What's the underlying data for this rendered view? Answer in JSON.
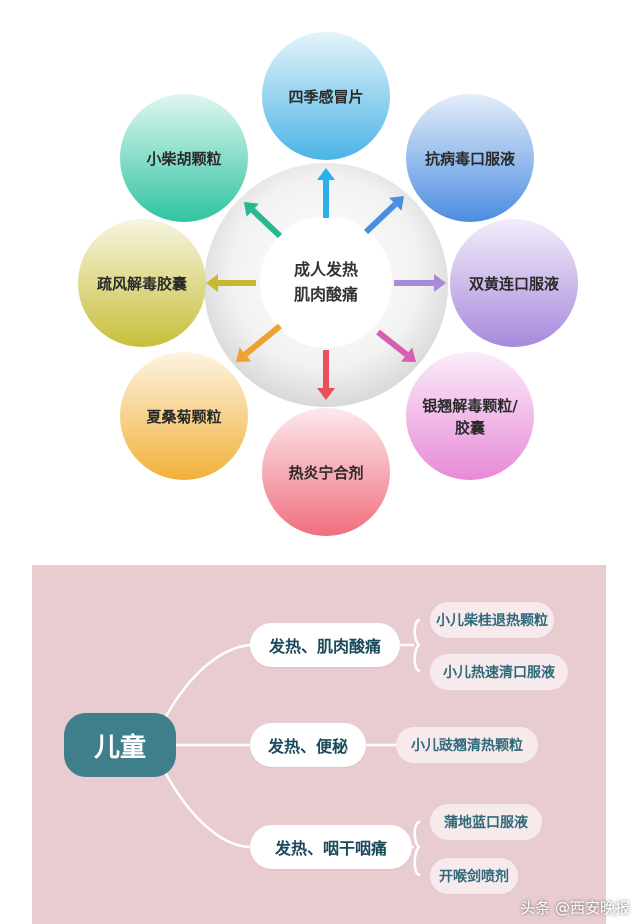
{
  "adult": {
    "center": [
      "成人发热",
      "肌肉酸痛"
    ],
    "items": [
      {
        "text": [
          "四季感冒片"
        ],
        "color": "#4bb4e6",
        "arrow": "#2ab0e8"
      },
      {
        "text": [
          "抗病毒口服液"
        ],
        "color": "#4c8de0",
        "arrow": "#4a8ee0"
      },
      {
        "text": [
          "双黄连口服液"
        ],
        "color": "#a889dc",
        "arrow": "#a98ad8"
      },
      {
        "text": [
          "银翘解毒颗粒/",
          "胶囊"
        ],
        "color": "#e78ad8",
        "arrow": "#d45fb2"
      },
      {
        "text": [
          "热炎宁合剂"
        ],
        "color": "#ef6f7e",
        "arrow": "#e8505a"
      },
      {
        "text": [
          "夏桑菊颗粒"
        ],
        "color": "#f1b13a",
        "arrow": "#f0a030"
      },
      {
        "text": [
          "疏风解毒胶囊"
        ],
        "color": "#c7bf3a",
        "arrow": "#c8b830"
      },
      {
        "text": [
          "小柴胡颗粒"
        ],
        "color": "#2fc4a0",
        "arrow": "#26b890"
      }
    ]
  },
  "children": {
    "label": "儿童",
    "branches": [
      {
        "symptom": "发热、肌肉酸痛",
        "drugs": [
          "小儿柴桂退热颗粒",
          "小儿热速清口服液"
        ]
      },
      {
        "symptom": "发热、便秘",
        "drugs": [
          "小儿豉翘清热颗粒"
        ]
      },
      {
        "symptom": "发热、咽干咽痛",
        "drugs": [
          "蒲地蓝口服液",
          "开喉剑喷剂"
        ]
      }
    ]
  },
  "watermark": "头条 @西安晚报"
}
